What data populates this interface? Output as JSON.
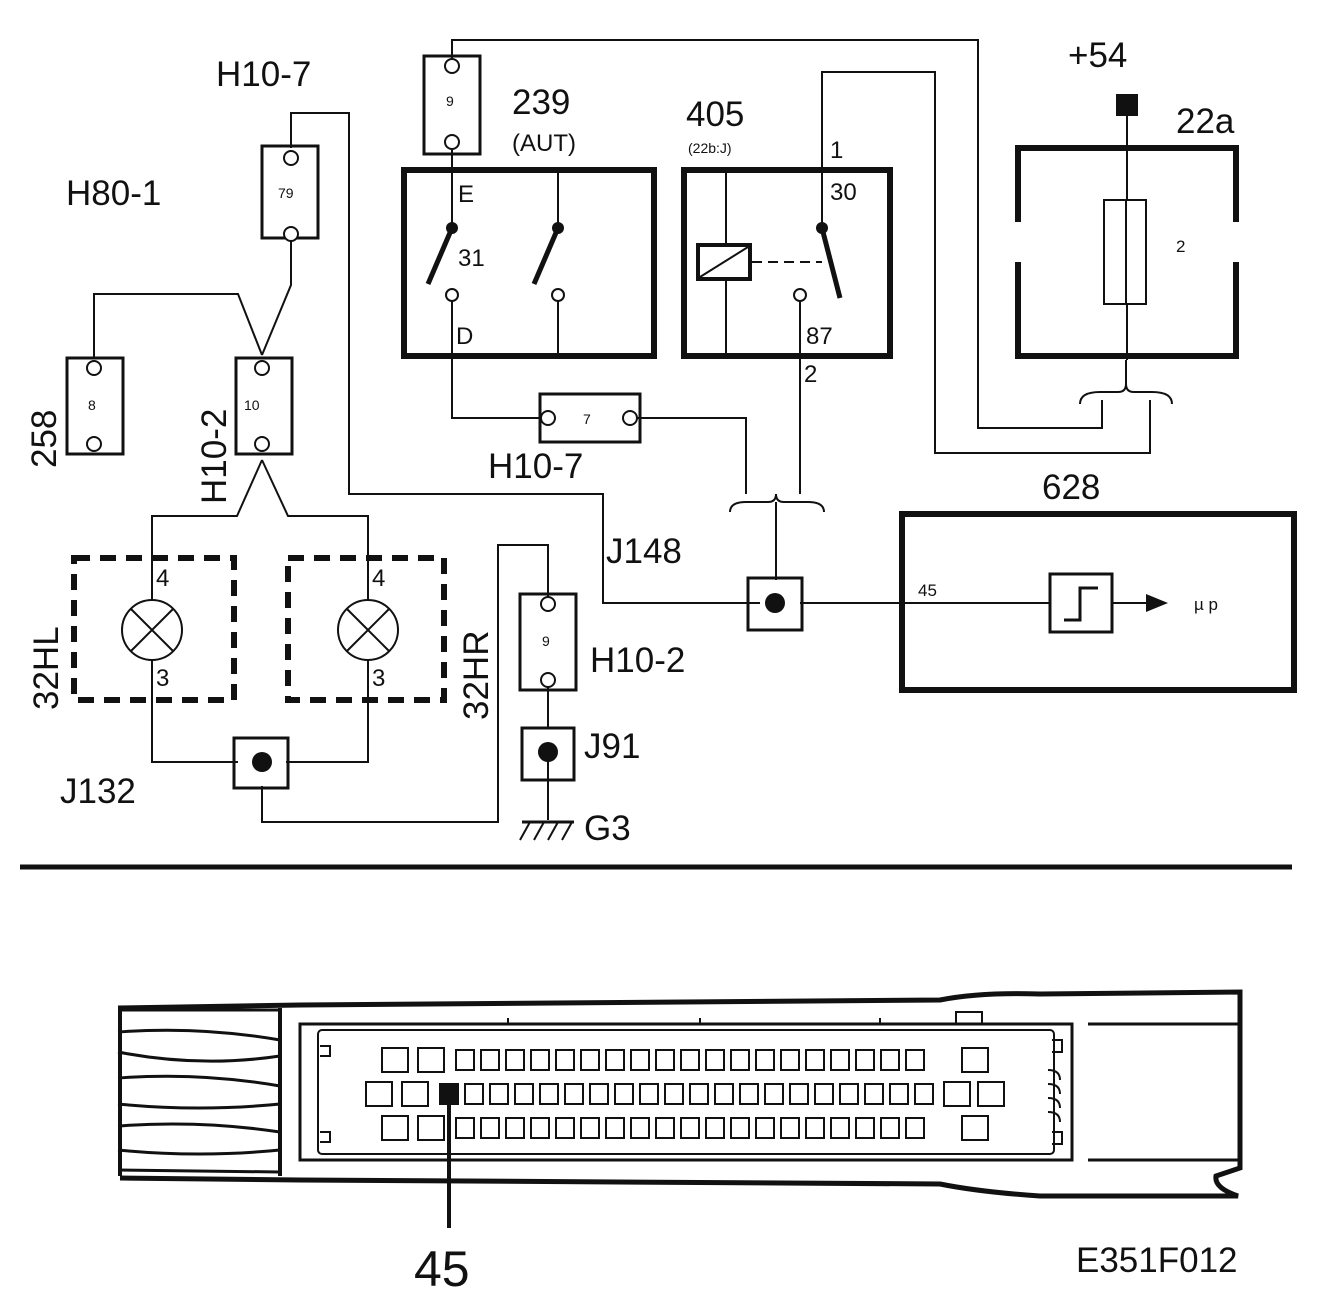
{
  "labels": {
    "h10_7_top": "H10-7",
    "h80_1": "H80-1",
    "comp_239": "239",
    "comp_239_aut": "(AUT)",
    "comp_405": "405",
    "comp_405_sub": "(22b:J)",
    "plus54": "+54",
    "comp_22a": "22a",
    "comp_258": "258",
    "h10_2_left": "H10-2",
    "h10_7_mid": "H10-7",
    "comp_628": "628",
    "j148": "J148",
    "lamp_32hl": "32HL",
    "lamp_32hr": "32HR",
    "h10_2_right": "H10-2",
    "j91": "J91",
    "j132": "J132",
    "g3": "G3",
    "pin_45_big": "45",
    "figure_code": "E351F012"
  },
  "pins": {
    "h10_7_top_num": "79",
    "h80_1_num": "10",
    "c258_num": "8",
    "c239_conn_num": "9",
    "c239_e": "E",
    "c239_31": "31",
    "c239_d": "D",
    "c405_1": "1",
    "c405_30": "30",
    "c405_87": "87",
    "c405_2": "2",
    "c22a_num": "2",
    "h10_7_mid_num": "7",
    "h10_2_right_num": "9",
    "lamp_hl_4": "4",
    "lamp_hl_3": "3",
    "lamp_hr_4": "4",
    "lamp_hr_3": "3",
    "c628_45": "45",
    "c628_out": "µ p"
  }
}
